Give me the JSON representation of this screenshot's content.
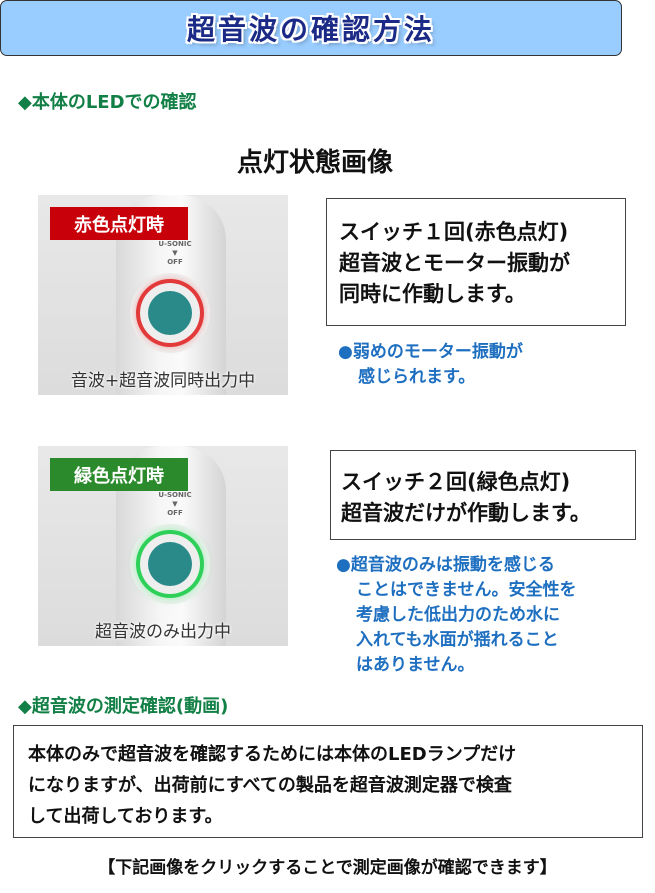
{
  "header": {
    "title": "超音波の確認方法"
  },
  "section1": {
    "heading": "◆本体のLEDでの確認",
    "subtitle": "点灯状態画像"
  },
  "red": {
    "label": "赤色点灯時",
    "sonic": "U-SONIC",
    "off": "OFF",
    "caption": "音波+超音波同時出力中",
    "color": "#c8000a",
    "desc": [
      "スイッチ１回(赤色点灯)",
      "超音波とモーター振動が",
      "同時に作動します。"
    ],
    "note": [
      "●弱めのモーター振動が",
      "感じられます。"
    ]
  },
  "green": {
    "label": "緑色点灯時",
    "sonic": "U-SONIC",
    "off": "OFF",
    "caption": "超音波のみ出力中",
    "color": "#2b8a2b",
    "desc": [
      "スイッチ２回(緑色点灯)",
      "超音波だけが作動します。"
    ],
    "note": [
      "●超音波のみは振動を感じる",
      "ことはできません。安全性を",
      "考慮した低出力のため水に",
      "入れても水面が揺れること",
      "はありません。"
    ]
  },
  "section2": {
    "heading": "◆超音波の測定確認(動画)",
    "body": [
      "本体のみで超音波を確認するためには本体のLEDランプだけ",
      "になりますが、出荷前にすべての製品を超音波測定器で検査",
      "して出荷しております。"
    ],
    "footer": "【下記画像をクリックすることで測定画像が確認できます】"
  }
}
